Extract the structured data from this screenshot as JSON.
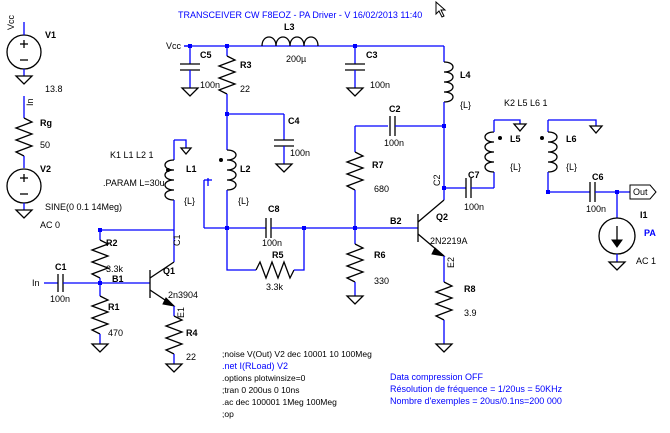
{
  "title": "TRANSCEIVER CW F8EOZ - PA Driver - V 16/02/2013 11:40",
  "components": {
    "V1": {
      "name": "V1",
      "value": "13.8",
      "rotlabel": "Vcc"
    },
    "Rg": {
      "name": "Rg",
      "value": "50",
      "rotlabel": "In"
    },
    "V2": {
      "name": "V2",
      "value": "SINE(0 0.1 14Meg)",
      "ac": "AC 0"
    },
    "L1": {
      "name": "L1",
      "value": "{L}"
    },
    "param": ".PARAM L=30u",
    "k1": "K1 L1 L2 1",
    "k2": "K2 L5 L6 1",
    "C1": {
      "name": "C1",
      "value": "100n"
    },
    "R2": {
      "name": "R2",
      "value": "3.3k"
    },
    "R1": {
      "name": "R1",
      "value": "470"
    },
    "Q1": {
      "name": "Q1",
      "value": "2n3904",
      "c": "C1",
      "b": "B1",
      "e": "E1"
    },
    "R4": {
      "name": "R4",
      "value": "22"
    },
    "C5": {
      "name": "C5",
      "value": "100n"
    },
    "R3": {
      "name": "R3",
      "value": "22"
    },
    "L2": {
      "name": "L2",
      "value": "{L}"
    },
    "L3": {
      "name": "L3",
      "value": "200µ"
    },
    "C4": {
      "name": "C4",
      "value": "100n"
    },
    "C8": {
      "name": "C8",
      "value": "100n"
    },
    "R5": {
      "name": "R5",
      "value": "3.3k"
    },
    "C3": {
      "name": "C3",
      "value": "100n"
    },
    "C2": {
      "name": "C2",
      "value": "100n"
    },
    "R7": {
      "name": "R7",
      "value": "680"
    },
    "R6": {
      "name": "R6",
      "value": "330"
    },
    "L4": {
      "name": "L4",
      "value": "{L}"
    },
    "Q2": {
      "name": "Q2",
      "value": "2N2219A",
      "c": "C2",
      "b": "B2",
      "e": "E2"
    },
    "R8": {
      "name": "R8",
      "value": "3.9"
    },
    "C7": {
      "name": "C7",
      "value": "100n"
    },
    "L5": {
      "name": "L5",
      "value": "{L}"
    },
    "L6": {
      "name": "L6",
      "value": "{L}"
    },
    "C6": {
      "name": "C6",
      "value": "100n"
    },
    "I1": {
      "name": "I1",
      "value": "PA",
      "ac": "AC 1"
    }
  },
  "nets": {
    "vcc": "Vcc",
    "in": "In",
    "out": "Out"
  },
  "directives_black": [
    ";noise V(Out) V2 dec 10001 10 100Meg",
    ".options plotwinsize=0",
    ";tran 0 200us 0 10ns",
    ".ac dec 100001 1Meg 100Meg",
    ";op"
  ],
  "directive_net": ".net I(RLoad) V2",
  "notes": [
    "Data compression OFF",
    "Résolution de fréquence = 1/20us = 50KHz",
    "Nombre d'exemples = 20us/0.1ns=200 000"
  ]
}
